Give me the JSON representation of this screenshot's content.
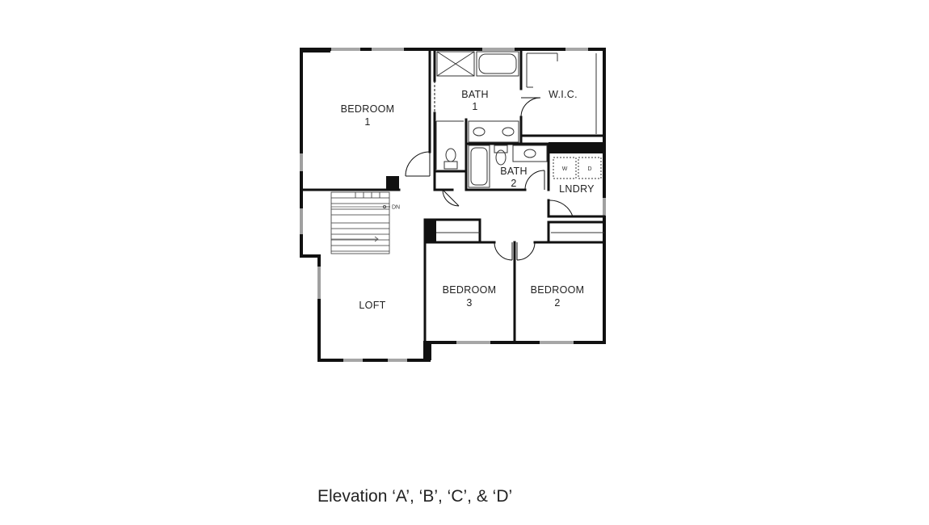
{
  "rooms": {
    "bedroom1": {
      "line1": "BEDROOM",
      "line2": "1"
    },
    "bath1": {
      "line1": "BATH",
      "line2": "1"
    },
    "wic": {
      "label": "W.I.C."
    },
    "bath2": {
      "line1": "BATH",
      "line2": "2"
    },
    "laundry": {
      "label": "LNDRY"
    },
    "washer": {
      "label": "W"
    },
    "dryer": {
      "label": "D"
    },
    "loft": {
      "label": "LOFT"
    },
    "bedroom3": {
      "line1": "BEDROOM",
      "line2": "3"
    },
    "bedroom2": {
      "line1": "BEDROOM",
      "line2": "2"
    }
  },
  "stairs": {
    "label": "DN"
  },
  "caption": "Elevation ‘A’, ‘B’, ‘C’, & ‘D’"
}
